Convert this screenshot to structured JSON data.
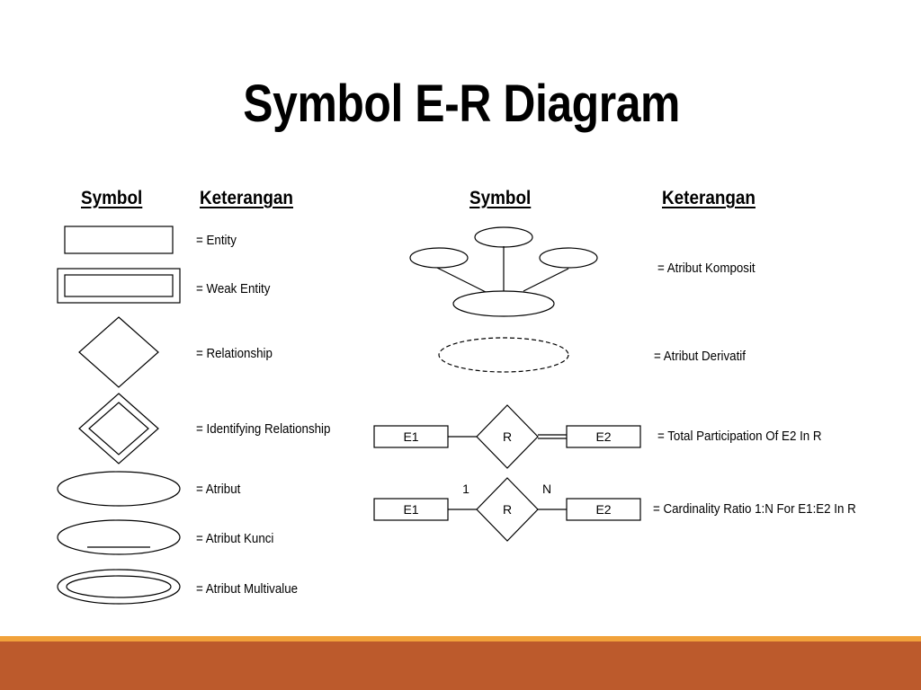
{
  "title": "Symbol E-R Diagram",
  "left": {
    "symbol_header": "Symbol",
    "desc_header": "Keterangan",
    "items": [
      {
        "symbol": "entity-rectangle",
        "label": "= Entity"
      },
      {
        "symbol": "weak-entity-double-rectangle",
        "label": "= Weak Entity"
      },
      {
        "symbol": "relationship-diamond",
        "label": "= Relationship"
      },
      {
        "symbol": "identifying-relationship-double-diamond",
        "label": "= Identifying Relationship"
      },
      {
        "symbol": "attribute-ellipse",
        "label": "= Atribut"
      },
      {
        "symbol": "key-attribute-ellipse-underlined",
        "label": "= Atribut Kunci"
      },
      {
        "symbol": "multivalued-attribute-double-ellipse",
        "label": "= Atribut Multivalue"
      }
    ]
  },
  "right": {
    "symbol_header": "Symbol",
    "desc_header": "Keterangan",
    "items": [
      {
        "symbol": "composite-attribute-ellipses",
        "label": "= Atribut Komposit"
      },
      {
        "symbol": "derived-attribute-dashed-ellipse",
        "label": "= Atribut Derivatif"
      },
      {
        "symbol": "total-participation",
        "label": "= Total Participation Of E2 In R",
        "entity1": "E1",
        "relationship": "R",
        "entity2": "E2"
      },
      {
        "symbol": "cardinality-ratio",
        "label": "= Cardinality Ratio 1:N For E1:E2 In R",
        "entity1": "E1",
        "relationship": "R",
        "entity2": "E2",
        "card_left": "1",
        "card_right": "N"
      }
    ]
  },
  "colors": {
    "footer_main": "#bc5a2c",
    "footer_accent": "#f1a23b",
    "stroke": "#000000"
  }
}
